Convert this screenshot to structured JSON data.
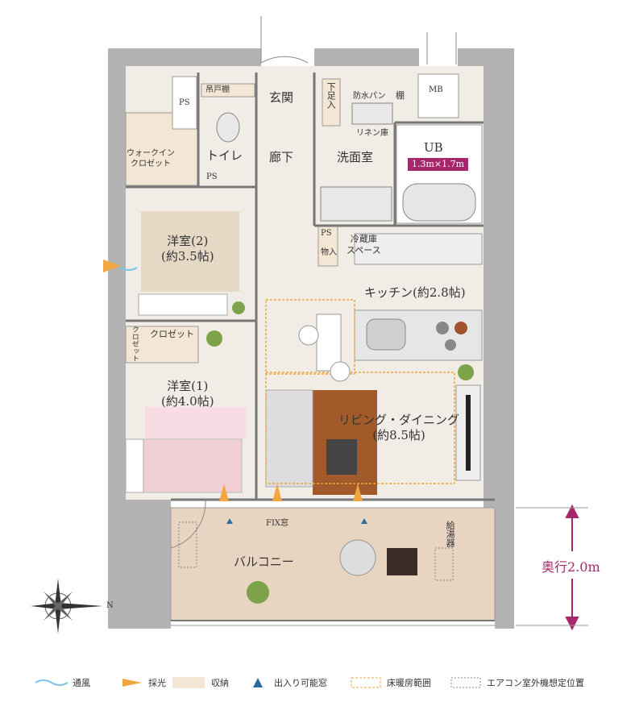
{
  "rooms": {
    "closet_walkin": [
      "ウォークイン",
      "クロゼット"
    ],
    "ps1": "PS",
    "ps2": "PS",
    "ps3": "PS",
    "upper_shelf": "吊戸棚",
    "toilet": "トイレ",
    "entrance": "玄関",
    "shoe_box": "下足入",
    "waterproof_pan": "防水パン",
    "shelf": "棚",
    "linen": "リネン庫",
    "mb": "MB",
    "corridor": "廊下",
    "washroom": "洗面室",
    "ub": "UB",
    "ub_size": "1.3m×1.7m",
    "western2": [
      "洋室(2)",
      "(約3.5帖)"
    ],
    "fridge": [
      "冷蔵庫",
      "スペース"
    ],
    "storage_small": "物入",
    "kitchen": "キッチン(約2.8帖)",
    "closet_small": "クロゼット",
    "closet_small_v": "クロゼット",
    "western1": [
      "洋室(1)",
      "(約4.0帖)"
    ],
    "living": [
      "リビング・ダイニング",
      "(約8.5帖)"
    ],
    "fix_window": "FIX窓",
    "water_heater": "給湯器",
    "balcony": "バルコニー",
    "depth": "奥行2.0m"
  },
  "compass": {
    "north_label": "N"
  },
  "legend": [
    {
      "label": "通風",
      "icon": "wind-icon",
      "color": "#7fc4e6"
    },
    {
      "label": "採光",
      "icon": "light-icon",
      "color": "#f0a641"
    },
    {
      "label": "収納",
      "icon": "storage-swatch",
      "color": "#f3e6d4"
    },
    {
      "label": "出入り可能窓",
      "icon": "triangle-icon",
      "color": "#2b6e9e"
    },
    {
      "label": "床暖房範囲",
      "icon": "floor-heating-swatch",
      "color": "#f0a641"
    },
    {
      "label": "エアコン室外機想定位置",
      "icon": "aircon-swatch",
      "color": "#888888"
    }
  ],
  "colors": {
    "wall": "#b3b3b3",
    "floor": "#f1ece6",
    "rug_living": "#a25a2b",
    "rug_room2": "#e5d9c5",
    "accent": "#a7286a",
    "balcony": "#e8d5c1"
  }
}
